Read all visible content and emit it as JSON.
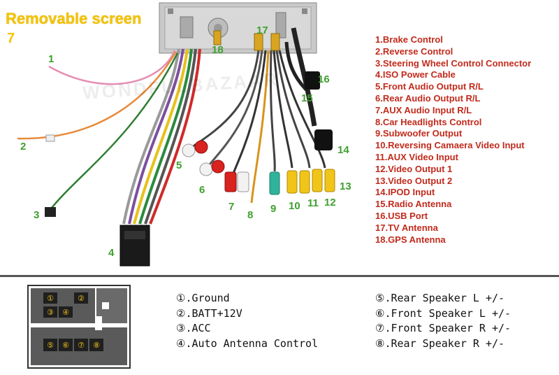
{
  "header": {
    "title": "Removable screen",
    "title_number": "7"
  },
  "legend": [
    "1.Brake Control",
    "2.Reverse Control",
    "3.Steering Wheel Control Connector",
    "4.ISO Power Cable",
    "5.Front Audio Output R/L",
    "6.Rear Audio Output R/L",
    "7.AUX Audio  Input R/L",
    "8.Car Headlights Control",
    "9.Subwoofer Output",
    "10.Reversing Camaera Video Input",
    "11.AUX Video Input",
    "12.Video Output 1",
    "13.Video Output 2",
    "14.IPOD Input",
    "15.Radio Antenna",
    "16.USB Port",
    "17.TV Antenna",
    "18.GPS Antenna"
  ],
  "callouts": [
    "1",
    "2",
    "3",
    "4",
    "5",
    "6",
    "7",
    "8",
    "9",
    "10",
    "11",
    "12",
    "13",
    "14",
    "15",
    "16",
    "17",
    "18"
  ],
  "watermark": "WONDFULBAZAAR",
  "connector": {
    "top_pins": [
      "①",
      "②",
      "③",
      "④"
    ],
    "bottom_pins": [
      "⑤",
      "⑥",
      "⑦",
      "⑧"
    ]
  },
  "pinout_left": [
    "①.Ground",
    "②.BATT+12V",
    "③.ACC",
    "④.Auto Antenna Control"
  ],
  "pinout_right": [
    "⑤.Rear Speaker L +/-",
    "⑥.Front Speaker L +/-",
    "⑦.Front Speaker R +/-",
    "⑧.Rear Speaker R +/-"
  ],
  "colors": {
    "title": "#f5c400",
    "legend_text": "#c22a1c",
    "callout": "#3fa02f",
    "rca_red": "#d8231e",
    "rca_white": "#f2f2f2",
    "rca_yellow": "#f0c419",
    "rca_teal": "#2fb39a"
  }
}
